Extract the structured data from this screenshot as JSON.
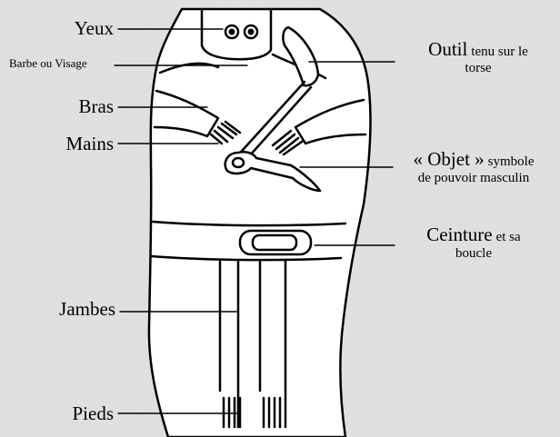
{
  "colors": {
    "background": "#d9d9d9",
    "stone": "#ffffff",
    "ink": "#000000"
  },
  "labels": {
    "yeux": "Yeux",
    "barbe": "Barbe ou Visage",
    "bras": "Bras",
    "mains": "Mains",
    "jambes": "Jambes",
    "pieds": "Pieds",
    "outil_main": "Outil",
    "outil_small_1": "tenu sur le",
    "outil_small_2": "torse",
    "objet_main": "« Objet »",
    "objet_small_1": "symbole",
    "objet_line_2": "de pouvoir masculin",
    "ceinture_main": "Ceinture",
    "ceinture_small_1": "et sa",
    "ceinture_small_2": "boucle"
  }
}
